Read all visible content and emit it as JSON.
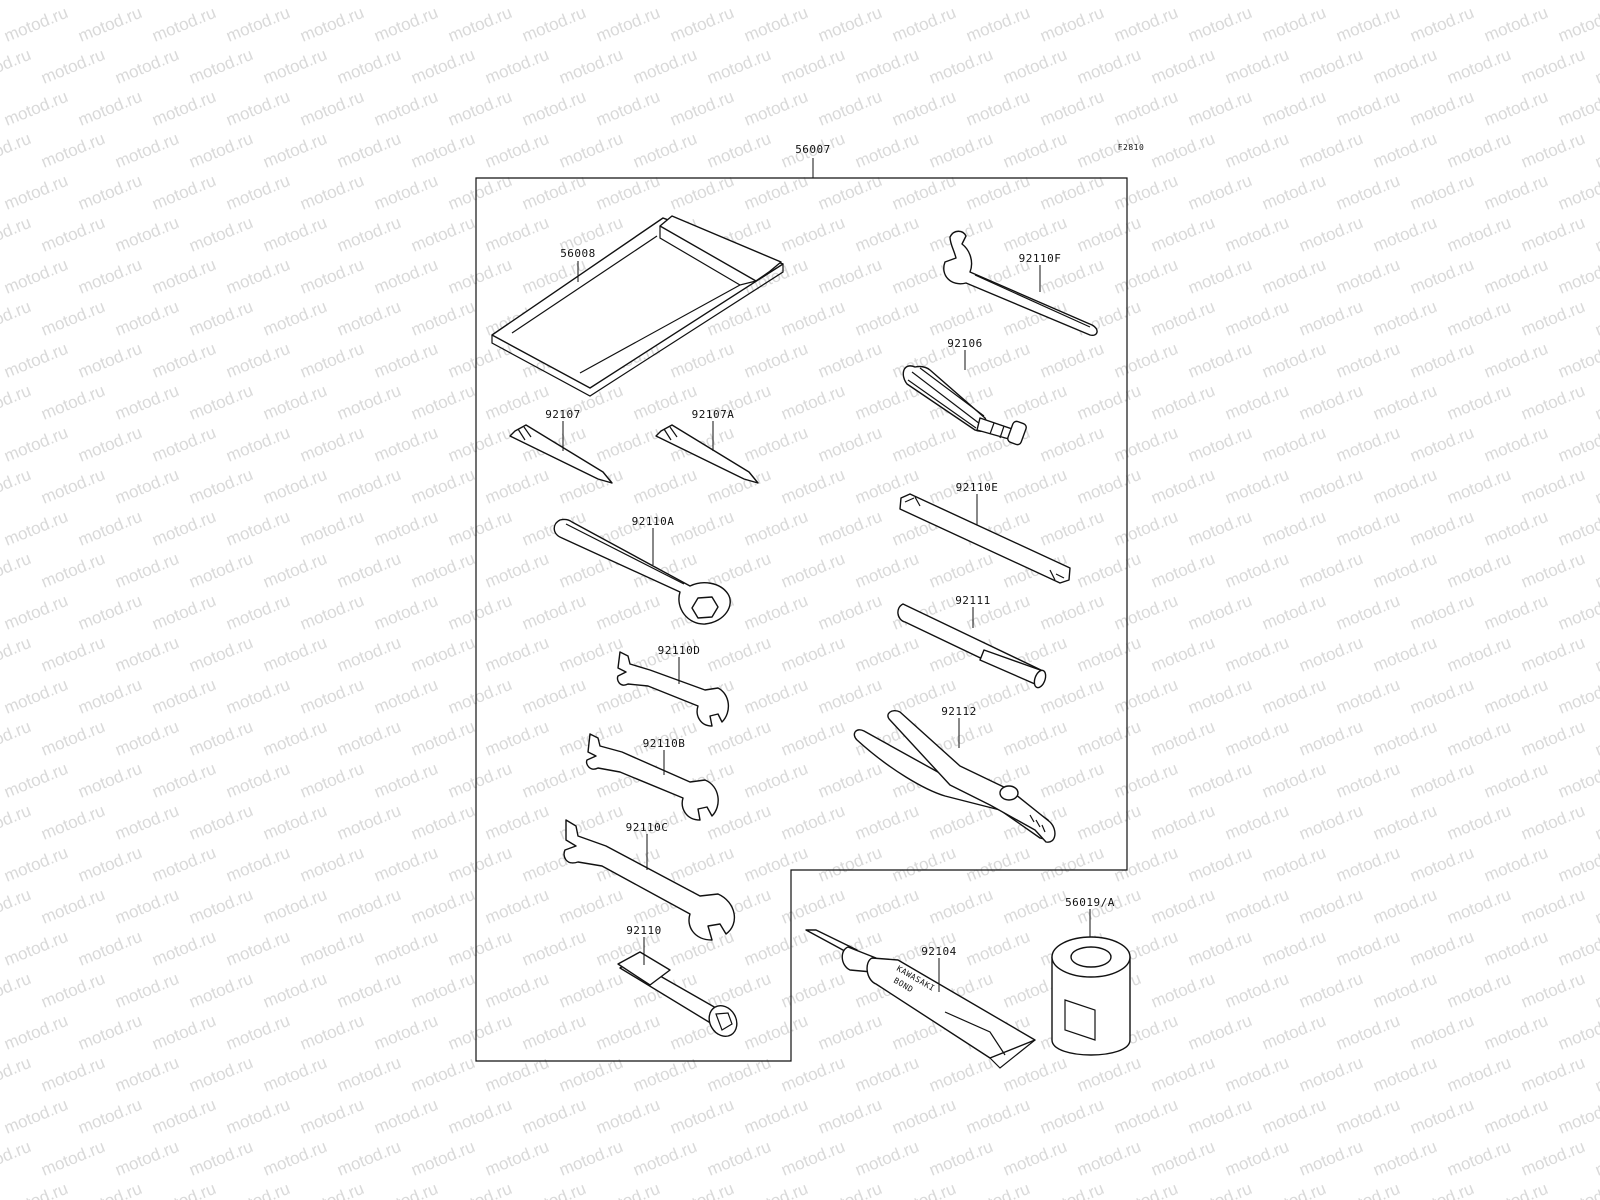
{
  "watermark": {
    "text": "motod.ru"
  },
  "figure_id": "F2810",
  "kit_label": "56007",
  "parts": [
    {
      "id": "56008",
      "name": "tool-pouch"
    },
    {
      "id": "92110F",
      "name": "hook-spanner"
    },
    {
      "id": "92106",
      "name": "screwdriver-handle"
    },
    {
      "id": "92107",
      "name": "screwdriver-bit"
    },
    {
      "id": "92107A",
      "name": "screwdriver-bit-a"
    },
    {
      "id": "92110E",
      "name": "wrench-e"
    },
    {
      "id": "92110A",
      "name": "ring-wrench"
    },
    {
      "id": "92111",
      "name": "extension-bar"
    },
    {
      "id": "92110D",
      "name": "open-wrench-d"
    },
    {
      "id": "92112",
      "name": "pliers"
    },
    {
      "id": "92110B",
      "name": "open-wrench-b"
    },
    {
      "id": "92110C",
      "name": "open-wrench-c"
    },
    {
      "id": "92110",
      "name": "spark-plug-wrench"
    },
    {
      "id": "92104",
      "name": "bond-tube"
    },
    {
      "id": "56019/A",
      "name": "tape-roll"
    }
  ],
  "tube_print": [
    "KAWASAKI",
    "BOND"
  ]
}
